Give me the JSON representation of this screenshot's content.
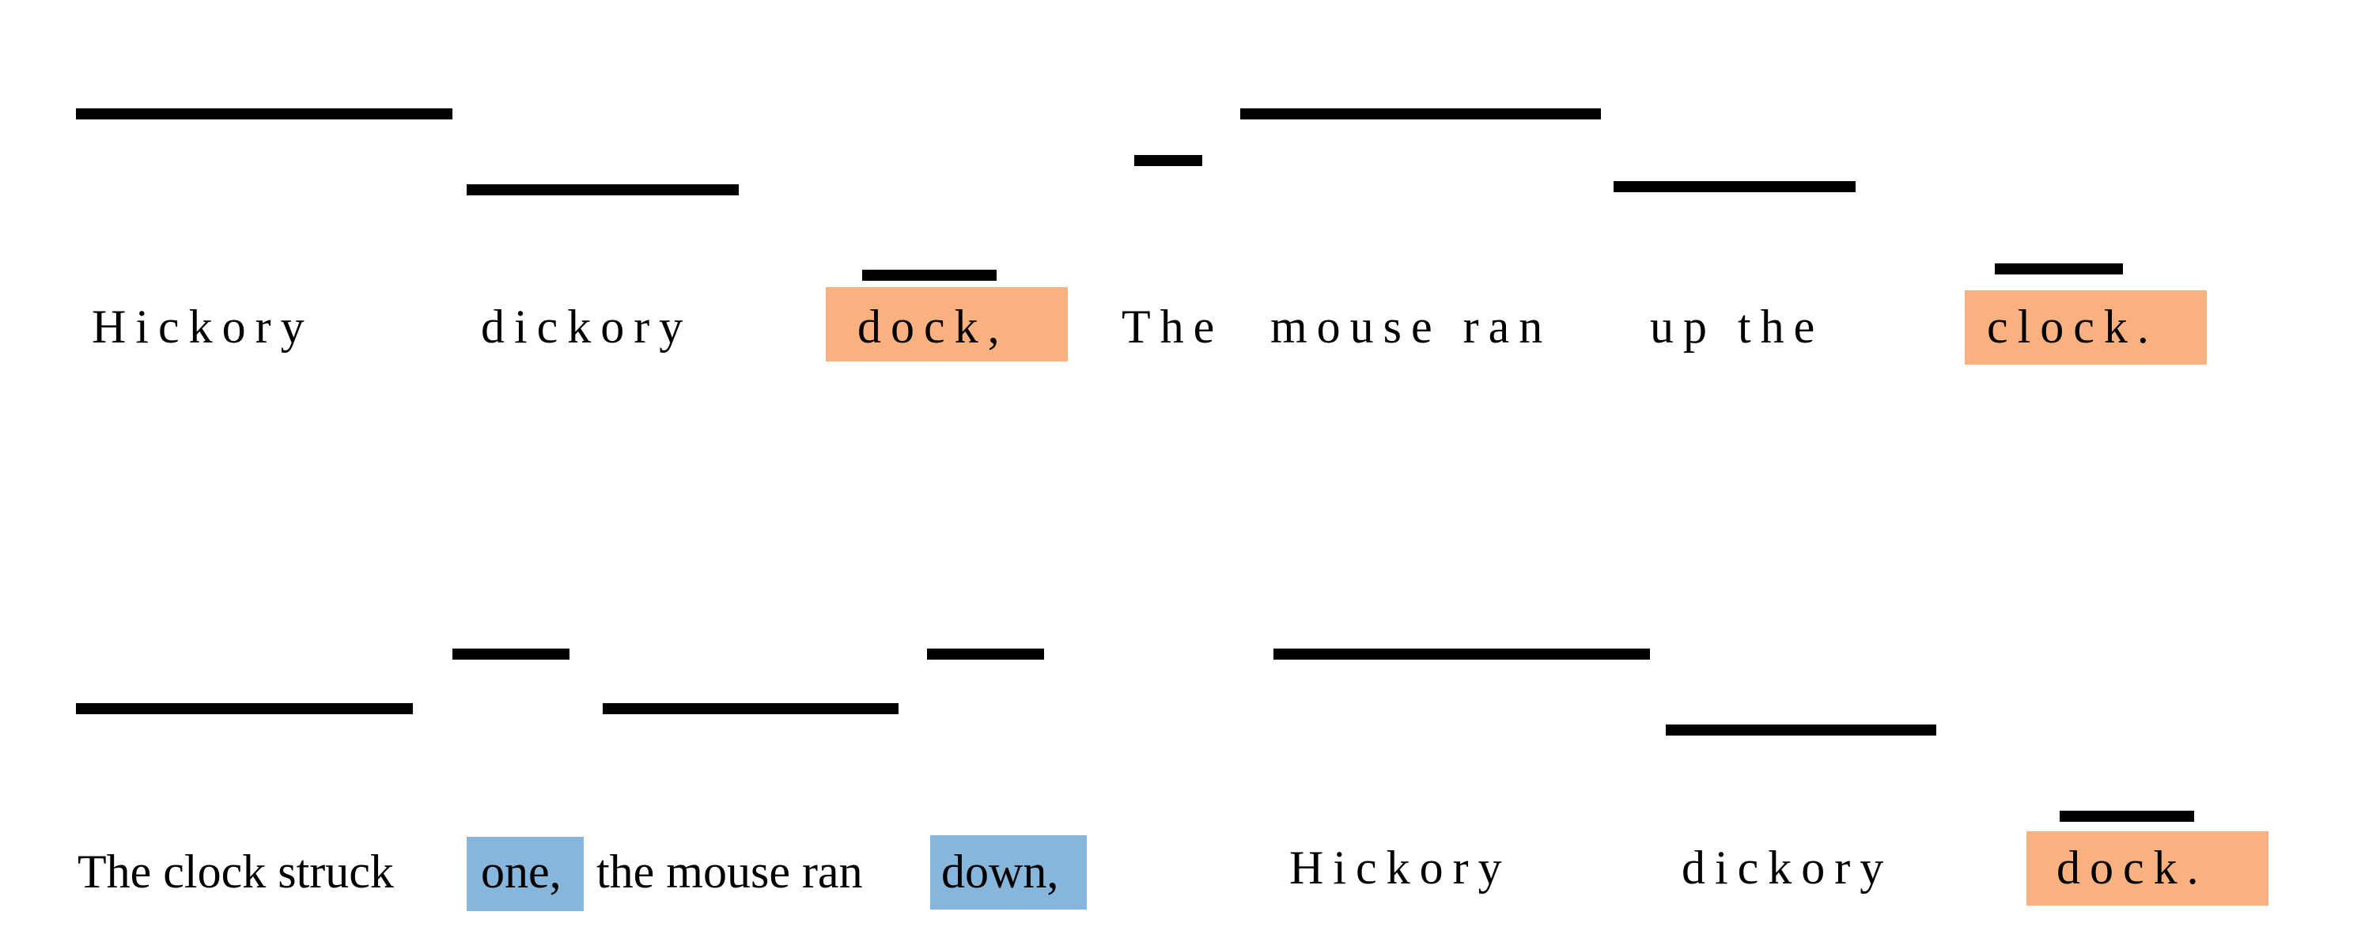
{
  "colors": {
    "rhyme_highlight": "#F9B17F",
    "stress_highlight": "#87B6DD",
    "bar": "#000000",
    "text": "#000000"
  },
  "lines": [
    {
      "id": "line-1",
      "words": [
        {
          "text": "Hickory",
          "highlight": "none"
        },
        {
          "text": "dickory",
          "highlight": "none"
        },
        {
          "text": "dock,",
          "highlight": "rhyme"
        },
        {
          "text": "The",
          "highlight": "none"
        },
        {
          "text": "mouse ran",
          "highlight": "none"
        },
        {
          "text": "up the",
          "highlight": "none"
        },
        {
          "text": "clock.",
          "highlight": "rhyme"
        }
      ]
    },
    {
      "id": "line-2",
      "words": [
        {
          "text": "The clock struck",
          "highlight": "none"
        },
        {
          "text": "one,",
          "highlight": "stress"
        },
        {
          "text": "the mouse ran",
          "highlight": "none"
        },
        {
          "text": "down,",
          "highlight": "stress"
        },
        {
          "text": "Hickory",
          "highlight": "none"
        },
        {
          "text": "dickory",
          "highlight": "none"
        },
        {
          "text": "dock.",
          "highlight": "rhyme"
        }
      ]
    }
  ]
}
